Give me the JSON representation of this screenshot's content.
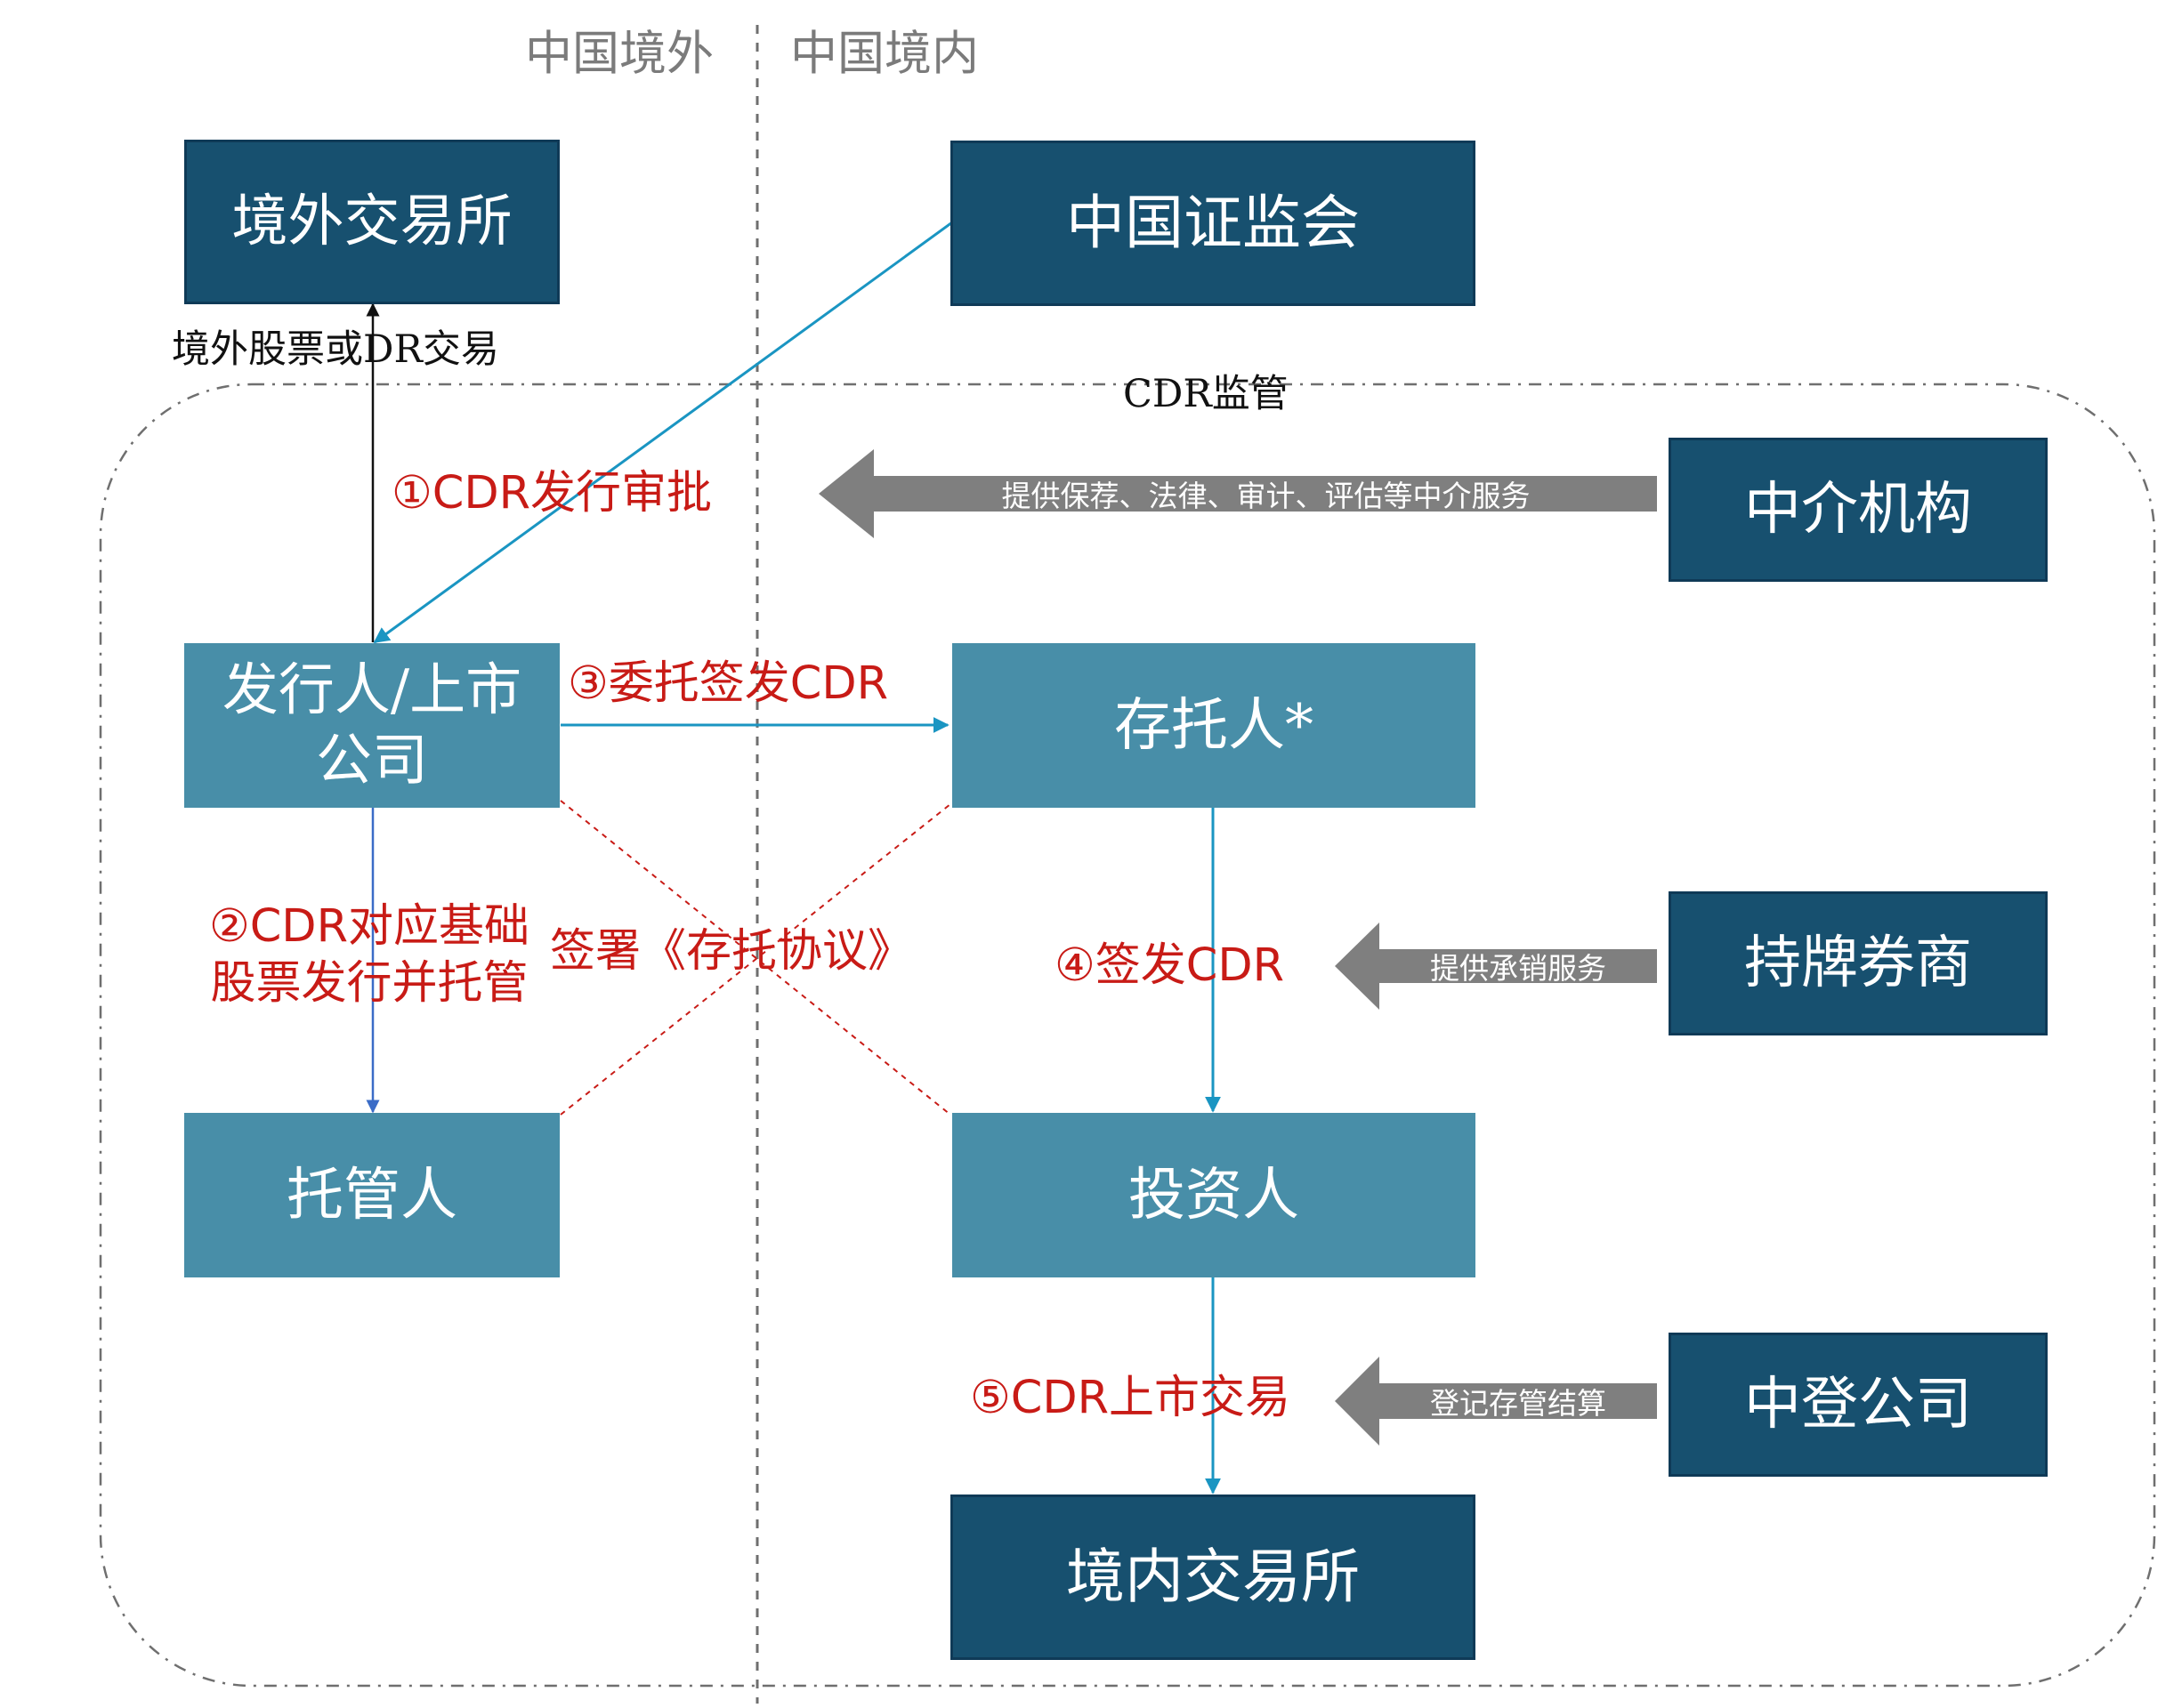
{
  "zones": {
    "overseas": "中国境外",
    "domestic": "中国境内"
  },
  "boxes": {
    "overseas_exchange": "境外交易所",
    "csrc": "中国证监会",
    "intermediary": "中介机构",
    "issuer": "发行人/上市公司",
    "depositary": "存托人*",
    "broker": "持牌券商",
    "custodian": "托管人",
    "investor": "投资人",
    "csdc": "中登公司",
    "domestic_exchange": "境内交易所"
  },
  "labels": {
    "overseas_trading": "境外股票或DR交易",
    "cdr_supervision": "CDR监管",
    "step1": "①CDR发行审批",
    "step2": "②CDR对应基础股票发行并托管",
    "step3": "③委托签发CDR",
    "step4": "④签发CDR",
    "step5": "⑤CDR上市交易",
    "agreement": "签署《存托协议》"
  },
  "services": {
    "intermediary": "提供保荐、法律、审计、评估等中介服务",
    "broker": "提供承销服务",
    "csdc": "登记存管结算"
  },
  "colors": {
    "dark_box": "#17506f",
    "light_box": "#488ea8",
    "service_arrow": "#7f7f7f",
    "step_text": "#c81b16",
    "connector": "#1a95c2",
    "dashed_line": "#6f6f6f"
  }
}
